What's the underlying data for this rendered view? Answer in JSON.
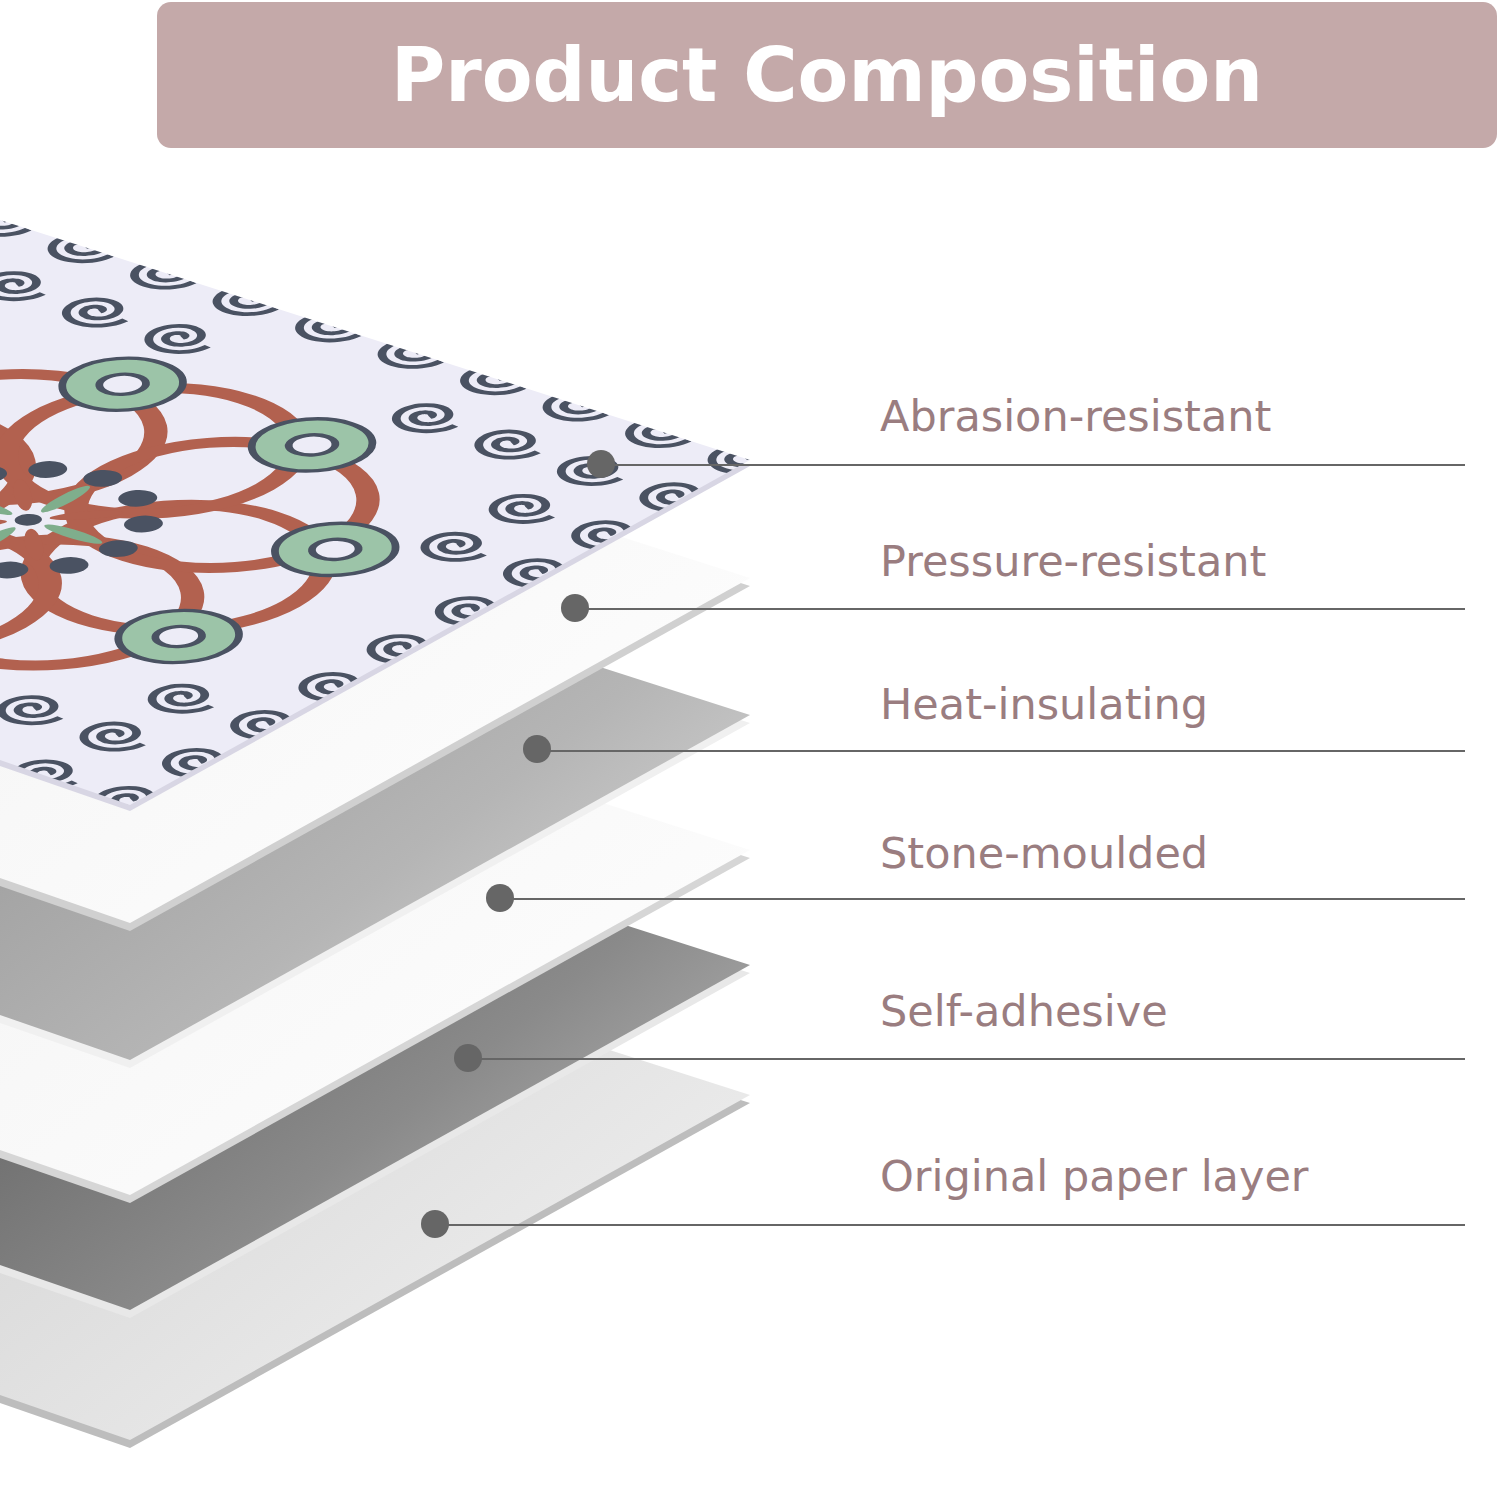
{
  "diagram": {
    "title": "Product Composition",
    "labels": [
      "Abrasion-resistant",
      "Pressure-resistant",
      "Heat-insulating",
      "Stone-moulded",
      "Self-adhesive",
      "Original paper layer"
    ]
  }
}
